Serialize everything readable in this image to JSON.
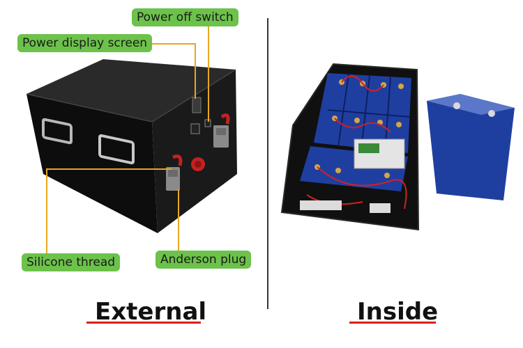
{
  "external": {
    "heading": "External",
    "labels": {
      "power_off_switch": "Power off switch",
      "power_display_screen": "Power display screen",
      "silicone_thread": "Silicone thread",
      "anderson_plug": "Anderson plug"
    }
  },
  "inside": {
    "heading": "Inside"
  },
  "colors": {
    "label_bg": "#6cc24a",
    "leader_line": "#e8a720",
    "heading_underline": "#d9211c",
    "battery_box": "#141414",
    "cell_blue": "#1f3fa0"
  }
}
